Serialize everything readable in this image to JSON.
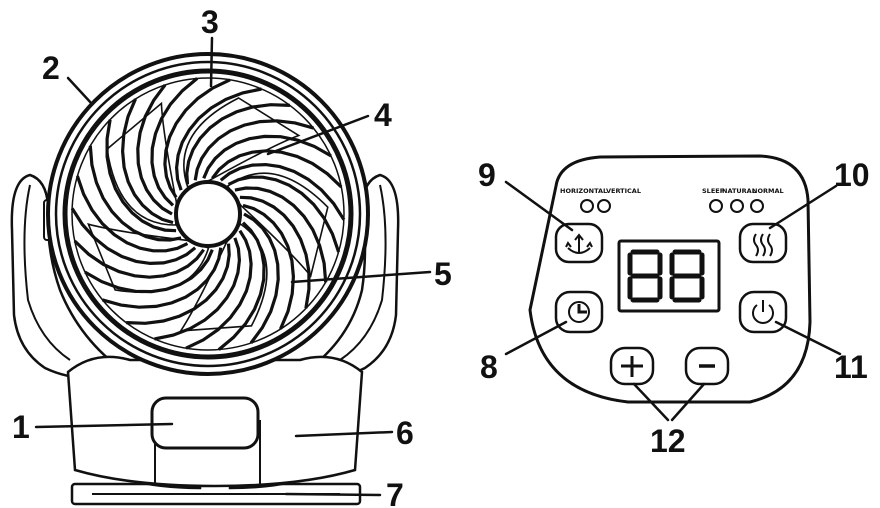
{
  "colors": {
    "ink": "#111111",
    "paper": "#ffffff"
  },
  "fan": {
    "callouts": [
      "1",
      "2",
      "3",
      "4",
      "5",
      "6",
      "7"
    ]
  },
  "panel": {
    "callouts": [
      "8",
      "9",
      "10",
      "11",
      "12"
    ],
    "swing_labels": [
      "HORIZONTAL",
      "VERTICAL"
    ],
    "mode_labels": [
      "SLEEP",
      "NATURAL",
      "NORMAL"
    ],
    "display": "88",
    "buttons": {
      "swing": "swing-icon",
      "mode": "mode-icon",
      "timer": "timer-icon",
      "power": "power-icon",
      "plus": "plus-icon",
      "minus": "minus-icon"
    }
  }
}
